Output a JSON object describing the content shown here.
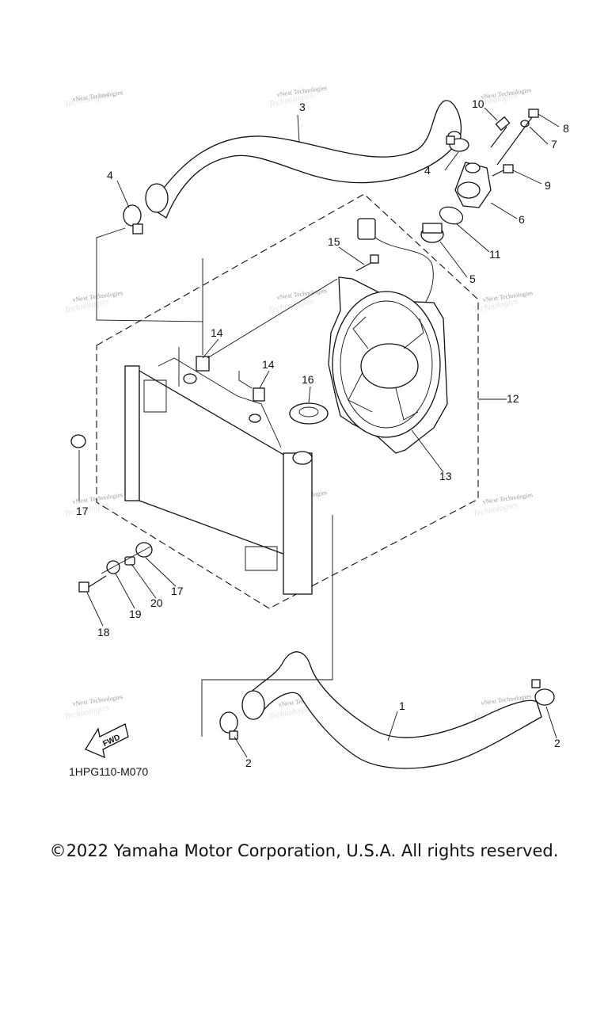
{
  "watermark": "vNext Technologies",
  "callouts": {
    "c1": "1",
    "c2a": "2",
    "c2b": "2",
    "c3": "3",
    "c4a": "4",
    "c4b": "4",
    "c5": "5",
    "c6": "6",
    "c7": "7",
    "c8": "8",
    "c9": "9",
    "c10": "10",
    "c11": "11",
    "c12": "12",
    "c13": "13",
    "c14a": "14",
    "c14b": "14",
    "c15": "15",
    "c16": "16",
    "c17a": "17",
    "c17b": "17",
    "c18": "18",
    "c19": "19",
    "c20": "20"
  },
  "fwd_label": "FWD",
  "part_code": "1HPG110-M070",
  "copyright": "©2022 Yamaha Motor Corporation, U.S.A. All rights reserved."
}
